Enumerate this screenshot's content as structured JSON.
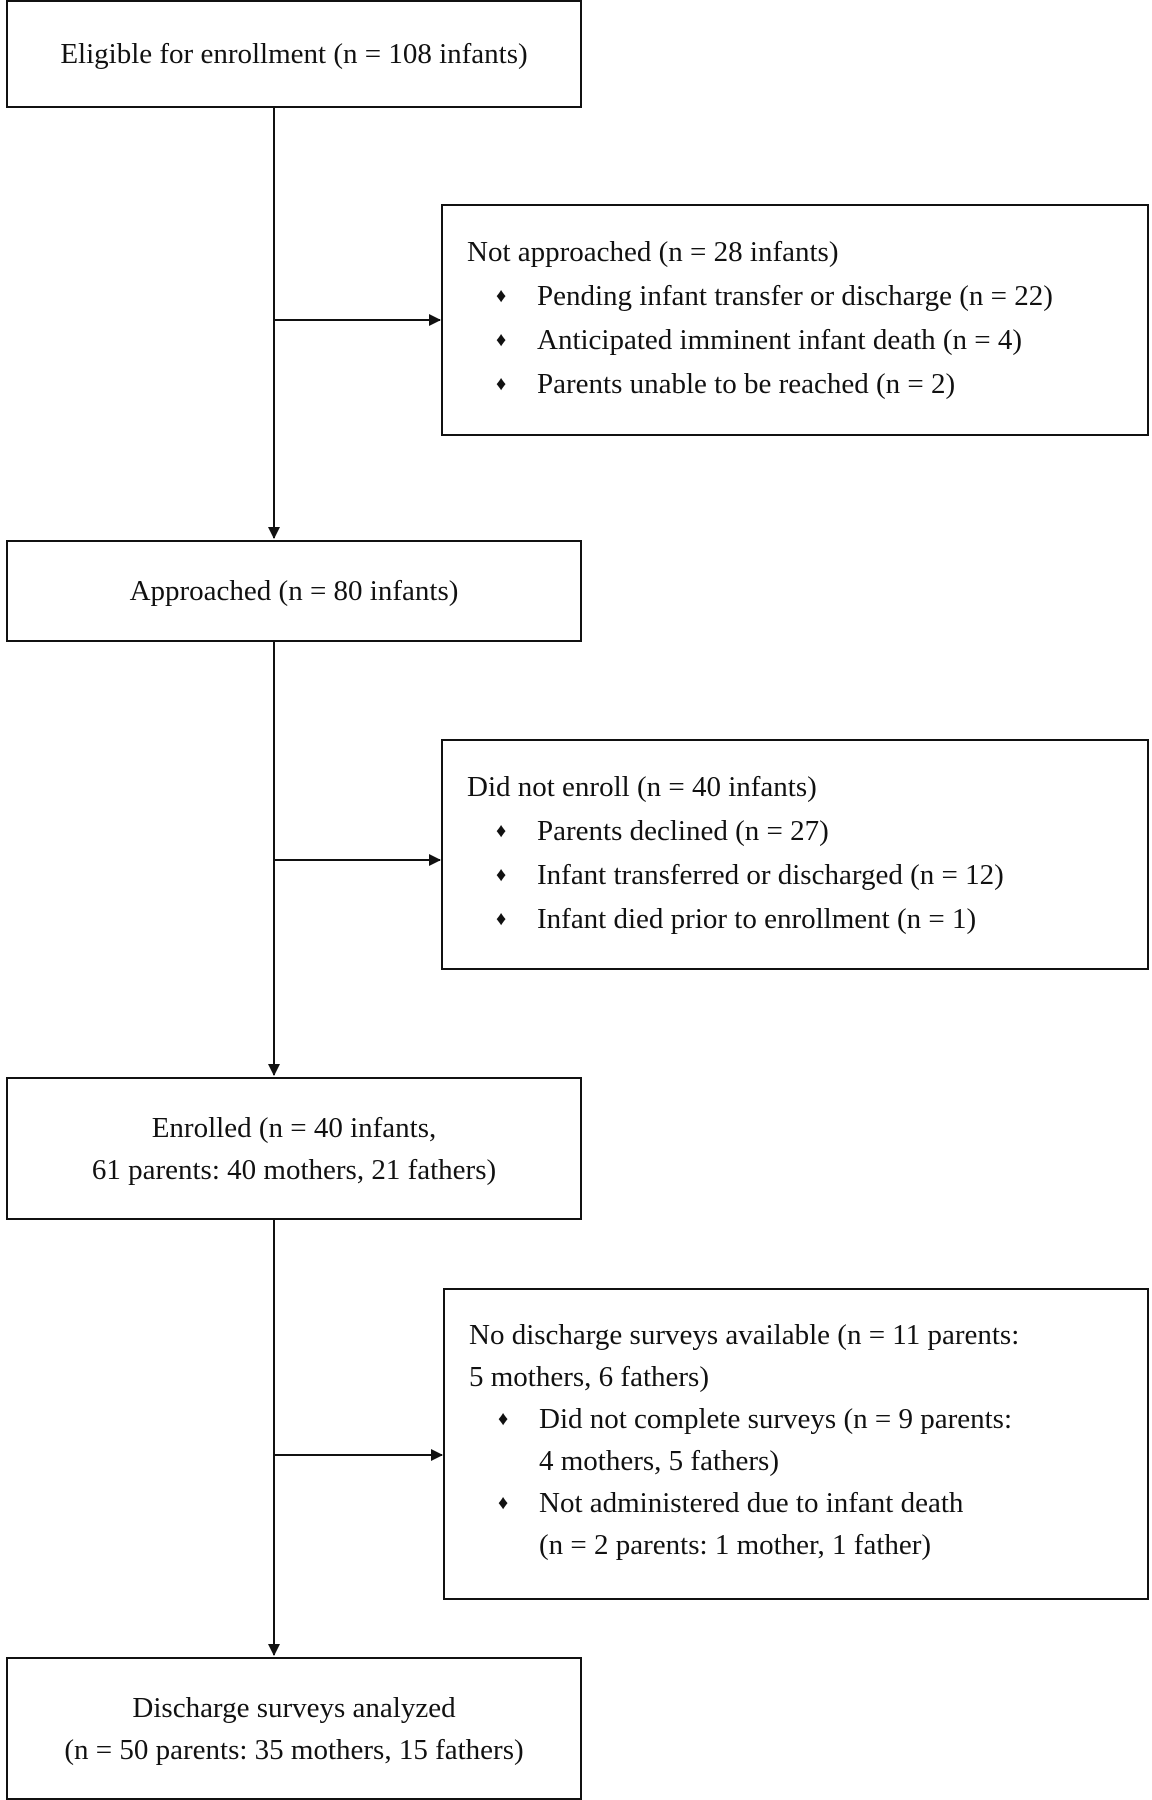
{
  "diagram": {
    "main_boxes": {
      "eligible": {
        "lines": [
          "Eligible for enrollment (n = 108 infants)"
        ]
      },
      "approached": {
        "lines": [
          "Approached (n = 80 infants)"
        ]
      },
      "enrolled": {
        "lines": [
          "Enrolled (n = 40 infants,",
          "61 parents: 40 mothers, 21 fathers)"
        ]
      },
      "analyzed": {
        "lines": [
          "Discharge surveys analyzed",
          "(n = 50 parents: 35 mothers, 15 fathers)"
        ]
      }
    },
    "side_boxes": {
      "not_approached": {
        "title": [
          "Not approached (n = 28 infants)"
        ],
        "items": [
          {
            "lines": [
              "Pending infant transfer or discharge (n = 22)"
            ]
          },
          {
            "lines": [
              "Anticipated imminent infant death (n = 4)"
            ]
          },
          {
            "lines": [
              "Parents unable to be reached (n = 2)"
            ]
          }
        ]
      },
      "did_not_enroll": {
        "title": [
          "Did not enroll (n = 40 infants)"
        ],
        "items": [
          {
            "lines": [
              "Parents declined (n = 27)"
            ]
          },
          {
            "lines": [
              "Infant transferred or discharged (n = 12)"
            ]
          },
          {
            "lines": [
              "Infant died prior to enrollment (n = 1)"
            ]
          }
        ]
      },
      "no_discharge_surveys": {
        "title": [
          "No discharge surveys available (n = 11 parents:",
          "5 mothers, 6 fathers)"
        ],
        "items": [
          {
            "lines": [
              "Did not complete surveys (n = 9 parents:",
              "4 mothers, 5 fathers)"
            ]
          },
          {
            "lines": [
              "Not administered due to infant death",
              "(n = 2 parents: 1 mother, 1 father)"
            ]
          }
        ]
      }
    },
    "bullet_symbol": "♦",
    "line_color": "#111111"
  }
}
